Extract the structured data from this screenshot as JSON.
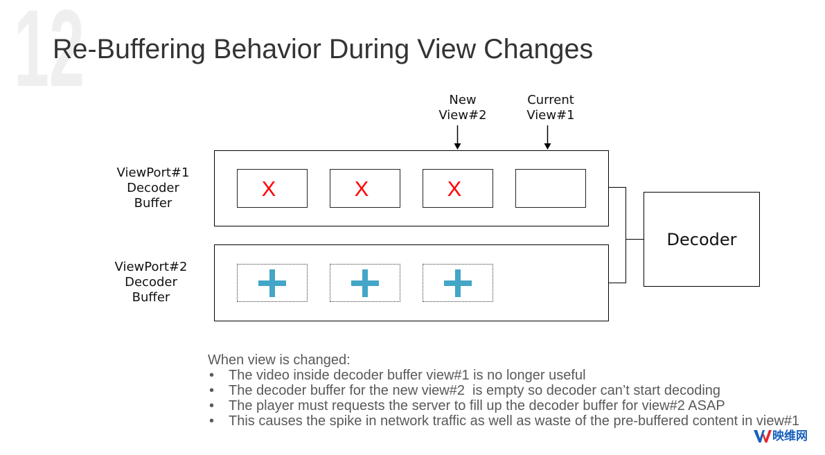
{
  "slide": {
    "number": "12",
    "title": "Re-Buffering Behavior During View Changes"
  },
  "diagram": {
    "pointers": {
      "new_view": [
        "New",
        "View#2"
      ],
      "current_view": [
        "Current",
        "View#1"
      ]
    },
    "viewport1": {
      "label": [
        "ViewPort#1",
        "Decoder",
        "Buffer"
      ],
      "slot_marks": [
        "X",
        "X",
        "X"
      ]
    },
    "viewport2": {
      "label": [
        "ViewPort#2",
        "Decoder",
        "Buffer"
      ],
      "slot_icons": [
        "plus-icon",
        "plus-icon",
        "plus-icon"
      ]
    },
    "decoder": {
      "label": "Decoder"
    }
  },
  "notes": {
    "heading": "When view is changed:",
    "bullet": "•",
    "items": [
      "The video inside decoder buffer view#1 is no longer useful",
      "The decoder buffer for the new view#2  is empty so decoder can’t start decoding",
      "The player must requests the server to fill up the decoder buffer for view#2 ASAP",
      "This causes the spike in network traffic as well as waste of the pre-buffered content in view#1"
    ]
  },
  "logo": {
    "text": "映维网",
    "mark_icon": "yingwei-logo-icon"
  },
  "colors": {
    "title": "#333333",
    "text": "#111111",
    "notes_text": "#595959",
    "slide_number": "#efefef",
    "line": "#000000",
    "x_mark": "#ff0000",
    "plus": "#44a6c6",
    "logo_blue": "#1560bd",
    "logo_red": "#e3262b"
  }
}
